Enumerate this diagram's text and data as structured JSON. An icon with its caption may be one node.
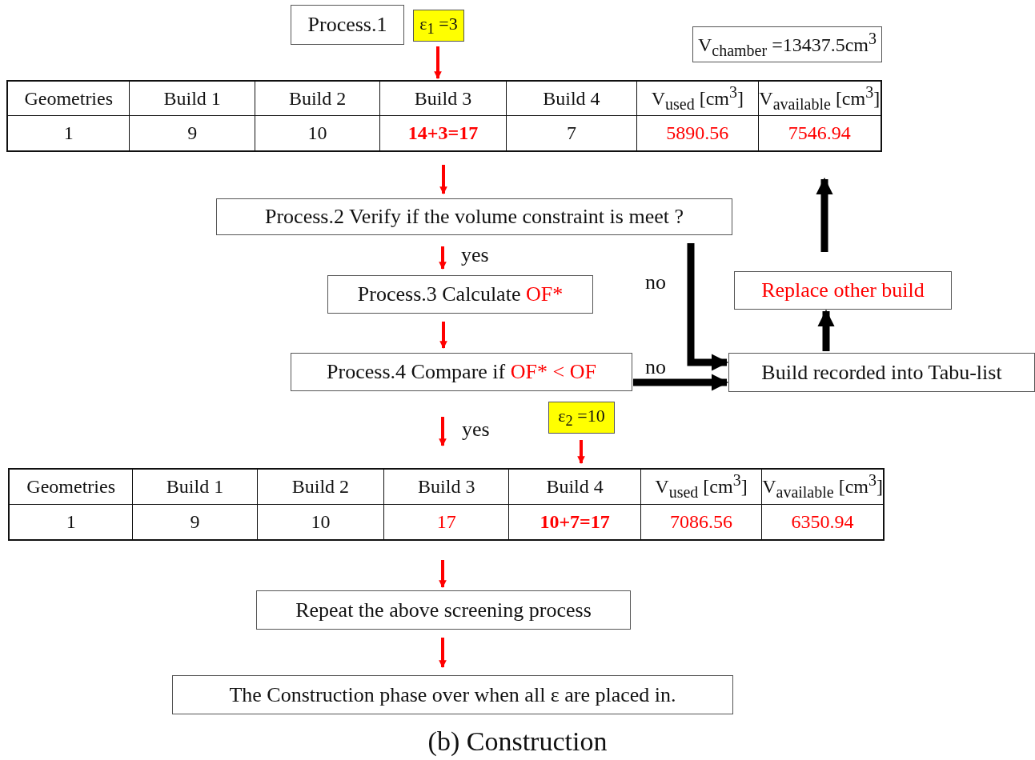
{
  "diagram": {
    "caption": "(b) Construction",
    "nodes": [
      {
        "text": [
          "Process.1"
        ]
      },
      {
        "text": [
          "ε$_{1}$ =3"
        ]
      },
      {
        "text": [
          "V$_{chamber}$ =13437.5cm$^{3}$"
        ]
      },
      {
        "text": [
          "Geometries",
          "Build 1",
          "Build 2",
          "Build 3",
          "Build 4",
          "V$_{used}$ [cm$^{3}$]",
          "V$_{available}$ [cm$^{3}$]",
          "1",
          "9",
          "10",
          "14+3=17",
          "7",
          "5890.56",
          "7546.94"
        ]
      },
      {
        "text": [
          "Process.2 Verify if the volume constraint is meet ?"
        ]
      },
      {
        "text": [
          "Process.3 Calculate",
          "OF*"
        ]
      },
      {
        "text": [
          "Process.4 Compare if",
          "OF* < OF"
        ]
      },
      {
        "text": [
          "Build recorded into Tabu-list"
        ]
      },
      {
        "text": [
          "Replace other build"
        ]
      },
      {
        "text": [
          "ε$_{2}$ =10"
        ]
      },
      {
        "text": [
          "Geometries",
          "Build 1",
          "Build 2",
          "Build 3",
          "Build 4",
          "V$_{used}$ [cm$^{3}$]",
          "V$_{available}$ [cm$^{3}$]",
          "1",
          "9",
          "10",
          "17",
          "10+7=17",
          "7086.56",
          "6350.94"
        ]
      },
      {
        "text": [
          "Repeat the above screening process"
        ]
      },
      {
        "text": [
          "The Construction phase over when all ε  are placed in."
        ]
      }
    ],
    "edges": [
      {
        "from": 1,
        "to": 3,
        "arrow": "to"
      },
      {
        "from": 3,
        "to": 4,
        "arrow": "to"
      },
      {
        "from": 4,
        "to": 5,
        "arrow": "to",
        "label": "yes"
      },
      {
        "from": 5,
        "to": 6,
        "arrow": "to"
      },
      {
        "from": 6,
        "to": 10,
        "arrow": "to",
        "label": "yes"
      },
      {
        "from": 9,
        "to": 10,
        "arrow": "to"
      },
      {
        "from": 4,
        "to": 7,
        "arrow": "to",
        "label": "no",
        "style": "thick",
        "color": "#000000"
      },
      {
        "from": 6,
        "to": 7,
        "arrow": "to",
        "label": "no",
        "style": "thick",
        "color": "#000000"
      },
      {
        "from": 7,
        "to": 8,
        "arrow": "to",
        "style": "thick",
        "color": "#000000"
      },
      {
        "from": 8,
        "to": 3,
        "arrow": "to",
        "style": "thick",
        "color": "#000000"
      },
      {
        "from": 10,
        "to": 11,
        "arrow": "to"
      },
      {
        "from": 11,
        "to": 12,
        "arrow": "to"
      }
    ]
  }
}
